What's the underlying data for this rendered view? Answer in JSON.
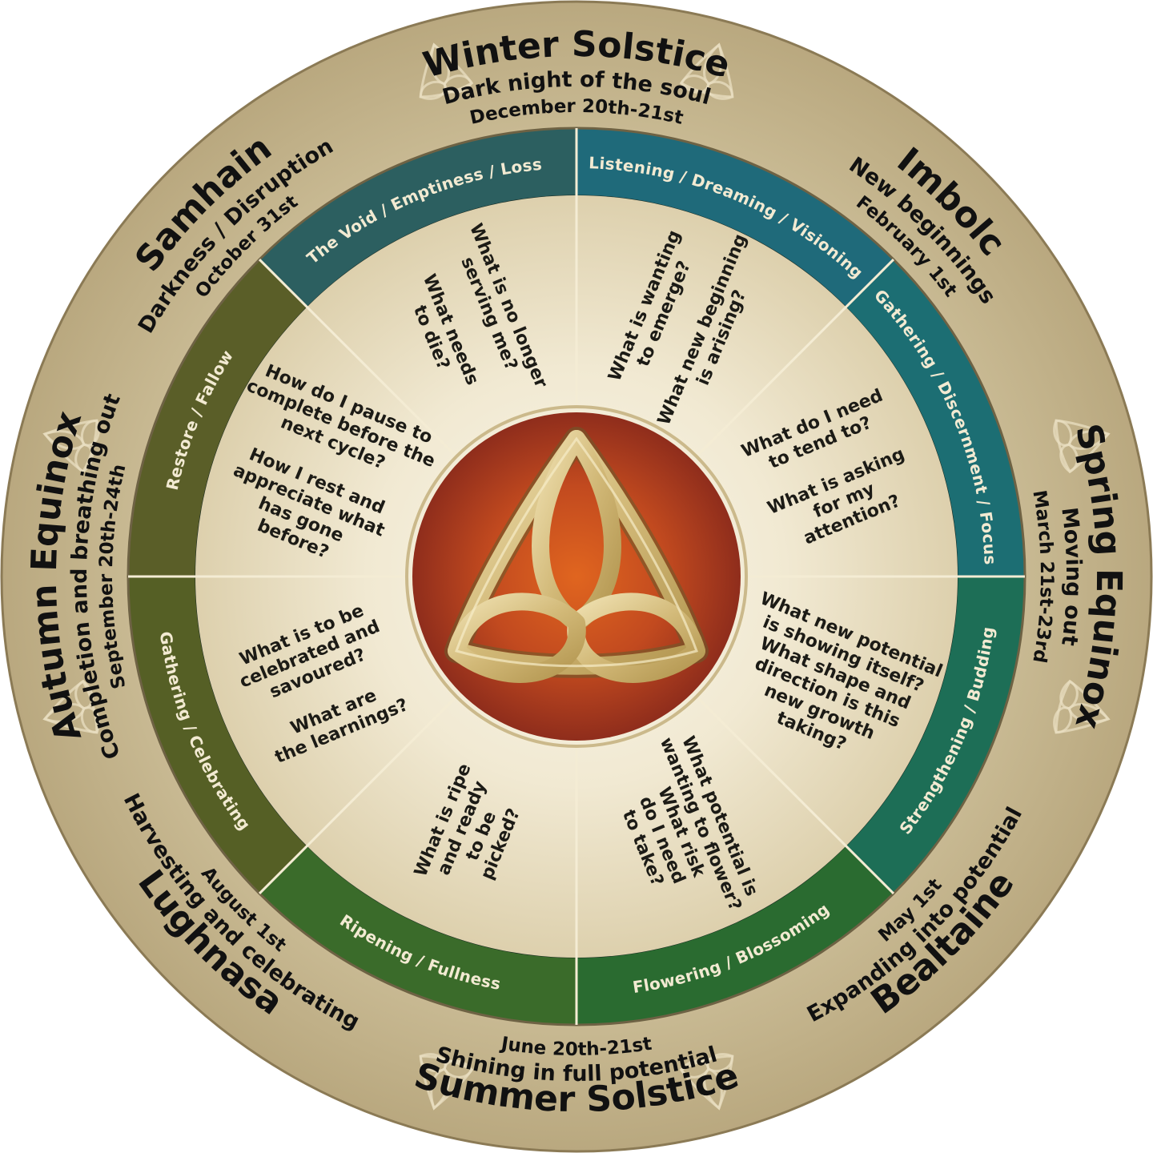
{
  "festivals": [
    {
      "name": "Winter Solstice",
      "theme": "Dark night of the soul",
      "date": "December 20th-21st"
    },
    {
      "name": "Imbolc",
      "theme": "New beginnings",
      "date": "February 1st"
    },
    {
      "name": "Spring Equinox",
      "theme": "Moving out",
      "date": "March 21st-23rd"
    },
    {
      "name": "Bealtaine",
      "theme": "Expanding into potential",
      "date": "May 1st"
    },
    {
      "name": "Summer Solstice",
      "theme": "Shining in full potential",
      "date": "June 20th-21st"
    },
    {
      "name": "Lughnasa",
      "theme": "Harvesting and celebrating",
      "date": "August 1st"
    },
    {
      "name": "Autumn Equinox",
      "theme": "Completion and breathing out",
      "date": "September 20th-24th"
    },
    {
      "name": "Samhain",
      "theme": "Darkness / Disruption",
      "date": "October 31st"
    }
  ],
  "phases": [
    "Listening / Dreaming / Visioning",
    "Gathering / Discernment / Focus",
    "Strengthening / Budding",
    "Flowering / Blossoming",
    "Ripening / Fullness",
    "Gathering / Celebrating",
    "Restore / Fallow",
    "The Void / Emptiness / Loss"
  ],
  "questions": [
    [
      "What is wanting",
      "to emerge?",
      "",
      "What new beginning",
      "is arising?"
    ],
    [
      "What do I need",
      "to tend to?",
      "",
      "What is asking",
      "for my",
      "attention?"
    ],
    [
      "What new potential",
      "is showing itself?",
      "What shape and",
      "direction is this",
      "new growth",
      "taking?"
    ],
    [
      "What potential is",
      "wanting to flower?",
      "What risk",
      "do I need",
      "to take?"
    ],
    [
      "What is ripe",
      "and ready",
      "to be",
      "picked?"
    ],
    [
      "What is to be",
      "celebrated and",
      "savoured?",
      "",
      "What are",
      "the learnings?"
    ],
    [
      "How do I pause to",
      "complete before the",
      "next cycle?",
      "",
      "How I rest and",
      "appreciate what",
      "has gone",
      "before?"
    ],
    [
      "What is no longer",
      "serving me?",
      "",
      "What needs",
      "to die?"
    ]
  ],
  "colors": {
    "outer_ring": "#c8b993",
    "center_disc": "#b8431f",
    "knot": "#d9c48c",
    "inner_disc": "#ebe1c7",
    "phase_band": [
      "#1f6a7a",
      "#1c6e73",
      "#1d6e56",
      "#2a6b30",
      "#3a6b2a",
      "#555f25",
      "#5a5e28",
      "#2c5f60"
    ]
  },
  "icons": [
    "triquetra-center-icon",
    "triquetra-ornament-icon"
  ]
}
